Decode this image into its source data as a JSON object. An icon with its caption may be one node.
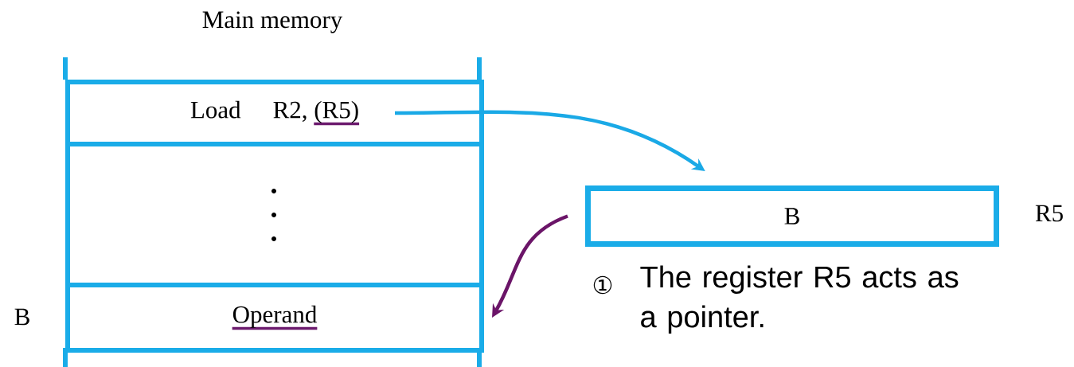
{
  "diagram": {
    "title": "Main memory",
    "nodes": [
      {
        "text": [
          "Load",
          "R2,",
          "(R5)"
        ]
      },
      {
        "text": [],
        "shape": "box"
      },
      {
        "text": [
          "Operand"
        ],
        "beside": [
          "B"
        ]
      },
      {
        "text": [
          "B"
        ],
        "beside": [
          "R5"
        ]
      }
    ],
    "edges": [
      {
        "from": 0,
        "to": 3,
        "arrow": "to",
        "color": "#1aa9e6"
      },
      {
        "from": 3,
        "to": 2,
        "arrow": "to",
        "color": "#6b1568"
      }
    ],
    "labels": [
      "①",
      "The register R5 acts as a pointer."
    ]
  }
}
